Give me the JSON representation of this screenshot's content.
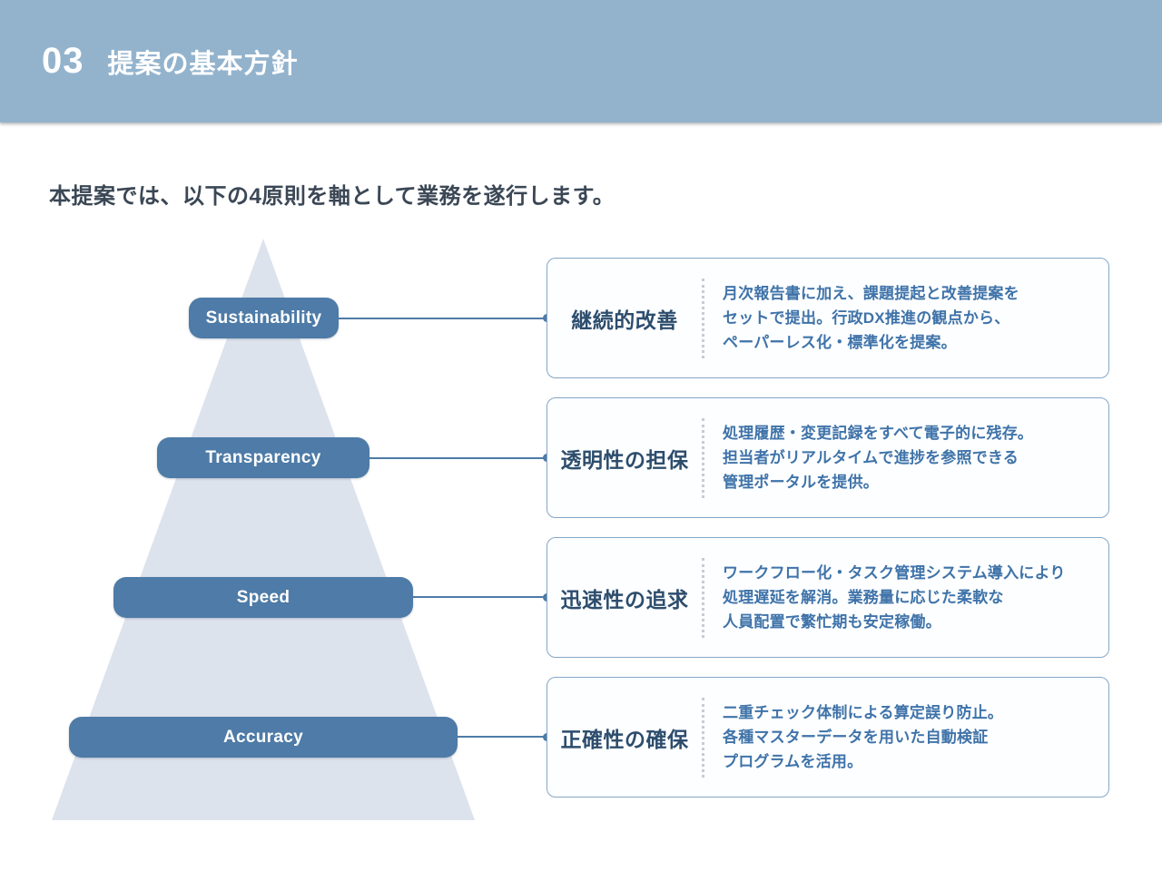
{
  "header": {
    "number": "03",
    "title": "提案の基本方針"
  },
  "subtitle": "本提案では、以下の4原則を軸として業務を遂行します。",
  "principles": [
    {
      "label": "Sustainability",
      "title": "継続的改善",
      "description": "月次報告書に加え、課題提起と改善提案を\nセットで提出。行政DX推進の観点から、\nペーパーレス化・標準化を提案。"
    },
    {
      "label": "Transparency",
      "title": "透明性の担保",
      "description": "処理履歴・変更記録をすべて電子的に残存。\n担当者がリアルタイムで進捗を参照できる\n管理ポータルを提供。"
    },
    {
      "label": "Speed",
      "title": "迅速性の追求",
      "description": "ワークフロー化・タスク管理システム導入により\n処理遅延を解消。業務量に応じた柔軟な\n人員配置で繁忙期も安定稼働。"
    },
    {
      "label": "Accuracy",
      "title": "正確性の確保",
      "description": "二重チェック体制による算定誤り防止。\n各種マスターデータを用いた自動検証\nプログラムを活用。"
    }
  ],
  "colors": {
    "header_bg": "#93b3cd",
    "bar_fill": "#4e7ba7",
    "pyramid_fill": "#dde3ed",
    "card_border": "#84a7c6",
    "card_title_text": "#2d4d6d",
    "card_body_text": "#3f73a9",
    "subtitle_text": "#3b4755"
  }
}
